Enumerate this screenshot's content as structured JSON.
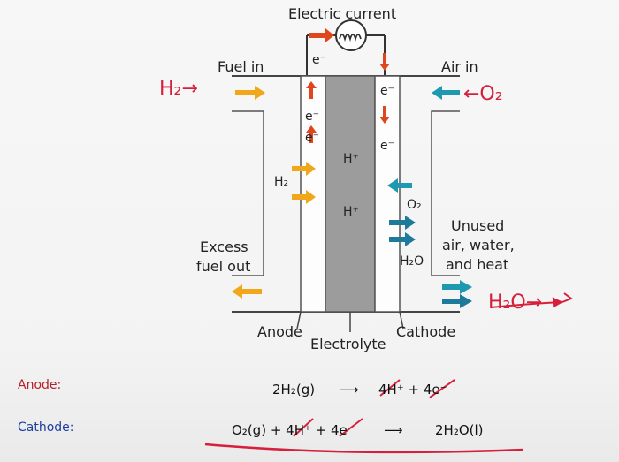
{
  "diagram": {
    "title": "Electric current",
    "electron": "e⁻",
    "fuel_in": "Fuel in",
    "air_in": "Air in",
    "h2": "H₂",
    "o2": "O₂",
    "h_plus": "H⁺",
    "h2o": "H₂O",
    "excess_fuel_line1": "Excess",
    "excess_fuel_line2": "fuel out",
    "unused_line1": "Unused",
    "unused_line2": "air, water,",
    "unused_line3": "and heat",
    "anode": "Anode",
    "electrolyte": "Electrolyte",
    "cathode": "Cathode"
  },
  "handwritten": {
    "h2_in": "H₂→",
    "o2_in": "←O₂",
    "h2o_out": "H₂O→"
  },
  "equations": {
    "anode_label": "Anode:",
    "cathode_label": "Cathode:",
    "anode_eq_left": "2H₂(g)",
    "anode_eq_right": "4H⁺ + 4e⁻",
    "cathode_eq_left": "O₂(g) + 4H⁺ + 4e⁻",
    "cathode_eq_right": "2H₂O(l)"
  },
  "colors": {
    "orange_arrow": "#f0a81a",
    "red_arrow": "#e0461e",
    "teal_arrow": "#1e9ab0",
    "ink_red": "#d61f3a",
    "anode_label_color": "#b3202a",
    "cathode_label_color": "#1d3fa0"
  }
}
